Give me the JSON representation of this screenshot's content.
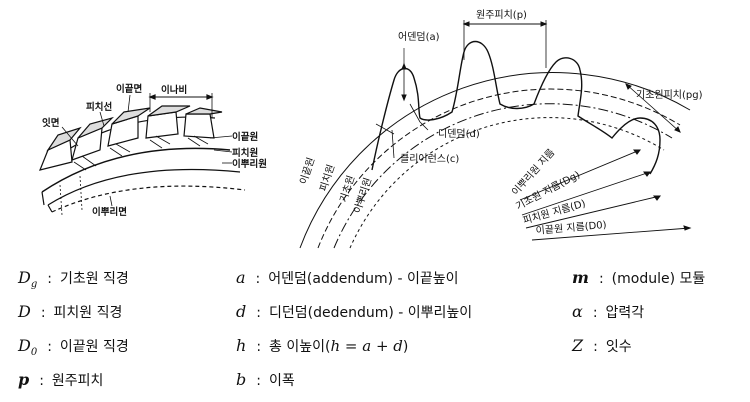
{
  "diagram": {
    "left_labels": {
      "addendum_face": "이끝면",
      "face_width": "이나비",
      "pitch_line": "피치선",
      "tooth_face": "잇면",
      "tip_circle": "이끝원",
      "pitch_circle": "피치원",
      "root_circle": "이뿌리원",
      "root_face": "이뿌리면"
    },
    "right_labels": {
      "circular_pitch": "원주피치(p)",
      "addendum": "어덴덤(a)",
      "dedendum": "디덴덤(d)",
      "clearance": "클리어런스(c)",
      "base_pitch": "기초원피치(pg)",
      "circle_tip": "이끝원",
      "circle_pitch": "피치원",
      "circle_base": "기초원",
      "circle_root": "이뿌리원",
      "dia_root": "이뿌리원 지름",
      "dia_base": "기초원 지름(Dg)",
      "dia_pitch": "피치원 지름(D)",
      "dia_tip": "이끝원 지름(D0)"
    }
  },
  "legend": {
    "dg": {
      "symbol": "D",
      "sub": "g",
      "desc": "기초원 직경"
    },
    "d": {
      "symbol": "D",
      "desc": "피치원 직경"
    },
    "d0": {
      "symbol": "D",
      "sub": "0",
      "desc": "이끝원 직경"
    },
    "p": {
      "symbol": "p",
      "desc": "원주피치"
    },
    "a": {
      "symbol": "a",
      "desc": "어덴덤(addendum) - 이끝높이"
    },
    "dd": {
      "symbol": "d",
      "desc": "디던덤(dedendum) - 이뿌리높이"
    },
    "h": {
      "symbol": "h",
      "desc": "총 이높이(",
      "formula": "h = a + d",
      "close": ")"
    },
    "b": {
      "symbol": "b",
      "desc": "이폭"
    },
    "m": {
      "symbol": "m",
      "desc": "(module) 모듈"
    },
    "alpha": {
      "symbol": "α",
      "desc": "압력각"
    },
    "z": {
      "symbol": "Z",
      "desc": "잇수"
    }
  }
}
